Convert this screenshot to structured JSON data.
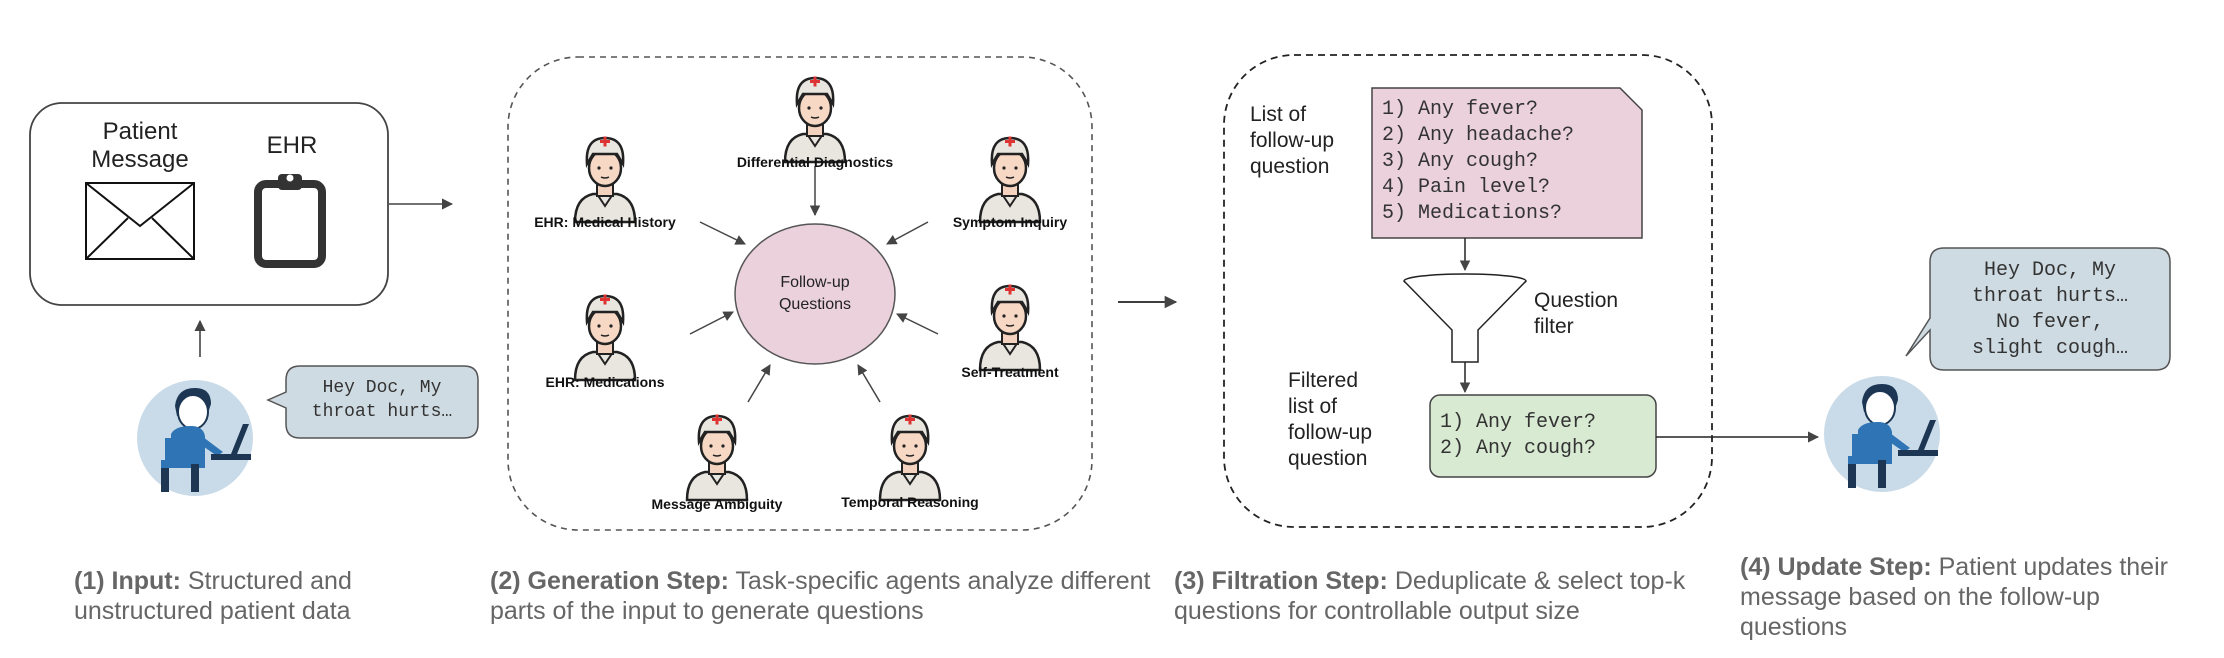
{
  "input": {
    "patient_message_label": "Patient\nMessage",
    "ehr_label": "EHR",
    "bubble_text": "Hey Doc, My\nthroat hurts…"
  },
  "generation": {
    "center_label": "Follow-up\nQuestions",
    "agents": [
      "Differential Diagnostics",
      "EHR: Medical History",
      "Symptom Inquiry",
      "EHR: Medications",
      "Self-Treatment",
      "Message Ambiguity",
      "Temporal Reasoning"
    ]
  },
  "filtration": {
    "list_label": "List of\nfollow-up\nquestion",
    "questions": "1) Any fever?\n2) Any headache?\n3) Any cough?\n4) Pain level?\n5) Medications?",
    "filter_label": "Question\nfilter",
    "filtered_label": "Filtered\nlist of\nfollow-up\nquestion",
    "filtered_questions": "1) Any fever?\n2) Any cough?"
  },
  "update": {
    "bubble_text": "Hey Doc, My\nthroat hurts…\nNo fever,\nslight cough…"
  },
  "captions": [
    {
      "bold": "(1) Input:",
      "text": " Structured and unstructured patient data"
    },
    {
      "bold": "(2) Generation Step:",
      "text": " Task-specific agents analyze different parts of the input to generate questions"
    },
    {
      "bold": "(3) Filtration Step:",
      "text": " Deduplicate & select top-k questions for controllable output size"
    },
    {
      "bold": "(4) Update Step:",
      "text": " Patient updates their message based on the follow-up questions"
    }
  ],
  "colors": {
    "center_fill": "#ead1dc",
    "list_fill": "#ead1dc",
    "filtered_fill": "#d9ead3",
    "bubble_fill": "#cfdbe2"
  }
}
